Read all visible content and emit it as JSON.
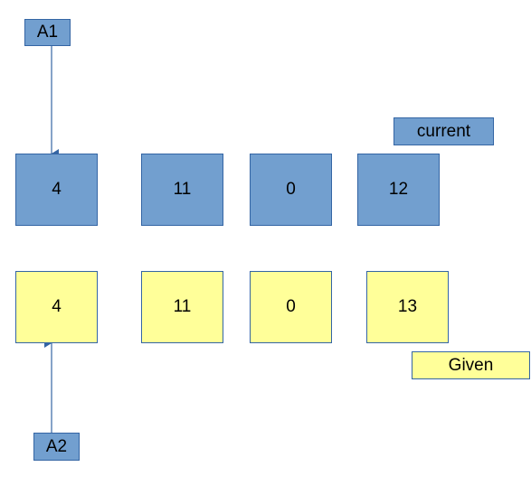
{
  "pointers": {
    "a1_label": "A1",
    "a2_label": "A2"
  },
  "current_array": {
    "legend": "current",
    "values": [
      "4",
      "11",
      "0",
      "12"
    ]
  },
  "given_array": {
    "legend": "Given",
    "values": [
      "4",
      "11",
      "0",
      "13"
    ]
  },
  "colors": {
    "current_fill": "#729fcf",
    "given_fill": "#ffff99",
    "border": "#3465a4",
    "arrow": "#3465a4"
  }
}
